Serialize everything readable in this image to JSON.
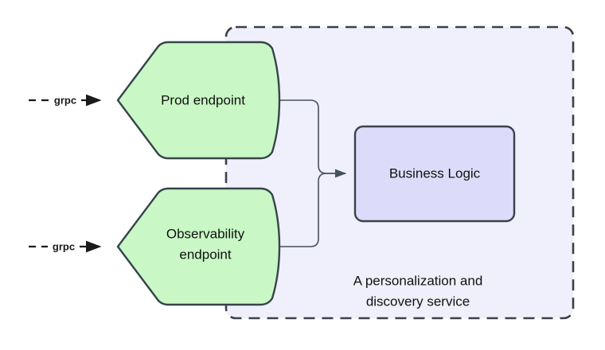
{
  "diagram": {
    "title": "A personalization and discovery service",
    "colors": {
      "background": "#ffffff",
      "container_fill": "#eff0fb",
      "container_stroke": "#3b4149",
      "endpoint_fill": "#c9f7c5",
      "endpoint_stroke": "#36454a",
      "logic_fill": "#dcdcfa",
      "logic_stroke": "#3b4149",
      "connector_stroke": "#48515c",
      "arrow_stroke": "#1a1a1a",
      "text": "#111111"
    },
    "container": {
      "name": "service-boundary",
      "caption_line1": "A personalization and",
      "caption_line2": "discovery service",
      "border_style": "dashed"
    },
    "nodes": [
      {
        "id": "prod-endpoint",
        "label": "Prod endpoint",
        "lines": [
          "Prod endpoint"
        ],
        "shape": "pentagon-left-point",
        "fill": "#c9f7c5"
      },
      {
        "id": "observability-endpoint",
        "label": "Observability endpoint",
        "lines": [
          "Observability",
          "endpoint"
        ],
        "shape": "pentagon-left-point",
        "fill": "#c9f7c5"
      },
      {
        "id": "business-logic",
        "label": "Business Logic",
        "lines": [
          "Business Logic"
        ],
        "shape": "rounded-rectangle",
        "fill": "#dcdcfa"
      }
    ],
    "edges": [
      {
        "id": "edge-grpc-prod",
        "label": "grpc",
        "from": "external",
        "to": "prod-endpoint",
        "style": "dashed",
        "arrowhead": true
      },
      {
        "id": "edge-grpc-observability",
        "label": "grpc",
        "from": "external",
        "to": "observability-endpoint",
        "style": "dashed",
        "arrowhead": true
      },
      {
        "id": "edge-prod-to-logic",
        "label": "",
        "from": "prod-endpoint",
        "to": "business-logic",
        "style": "solid",
        "arrowhead": true
      },
      {
        "id": "edge-observability-to-logic",
        "label": "",
        "from": "observability-endpoint",
        "to": "business-logic",
        "style": "solid",
        "arrowhead": true
      }
    ]
  }
}
